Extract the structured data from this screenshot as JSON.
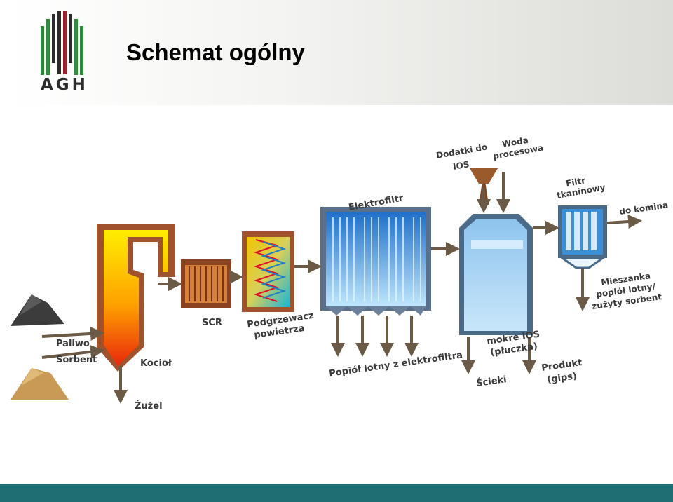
{
  "header": {
    "title": "Schemat ogólny",
    "logo_text": "AGH",
    "colors": {
      "logo_green": "#2f8a3c",
      "logo_red": "#a3202a",
      "logo_dark": "#2b2b2b"
    }
  },
  "diagram": {
    "labels": {
      "paliwo": "Paliwo",
      "sorbent": "Sorbent",
      "kociol": "Kocioł",
      "zuzel": "Żużel",
      "scr": "SCR",
      "podgrzewacz_1": "Podgrzewacz",
      "podgrzewacz_2": "powietrza",
      "elektrofiltr": "Elektrofiltr",
      "popiol": "Popiół lotny z elektrofiltra",
      "dodatki_1": "Dodatki do",
      "dodatki_2": "IOS",
      "woda_1": "Woda",
      "woda_2": "procesowa",
      "mokre_1": "mokre IOS",
      "mokre_2": "(płuczka)",
      "scieki": "Ścieki",
      "produkt_1": "Produkt",
      "produkt_2": "(gips)",
      "filtr_1": "Filtr",
      "filtr_2": "tkaninowy",
      "komin": "do komina",
      "mieszanka_1": "Mieszanka",
      "mieszanka_2": "popiół lotny/",
      "mieszanka_3": "zużyty sorbent"
    },
    "colors": {
      "arrow": "#6b5a45",
      "boiler_outline": "#a0522d",
      "esp_blue": "#3a8fd6",
      "scrubber_blue": "#a9d3f2",
      "fuel": "#3c3c3c",
      "sorbent": "#c89a55"
    }
  },
  "footer": {
    "color": "#1f6e73"
  }
}
